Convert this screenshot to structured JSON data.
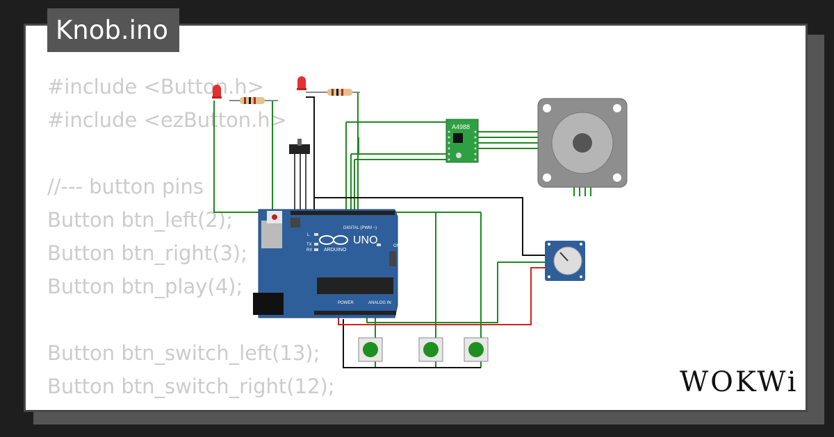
{
  "title": "Knob.ino",
  "code_lines": [
    "#include <Button.h>",
    "#include <ezButton.h>",
    "",
    "//--- button pins",
    "Button btn_left(2);",
    "Button btn_right(3);",
    "Button btn_play(4);",
    "",
    "Button btn_switch_left(13);",
    "Button btn_switch_right(12);"
  ],
  "brand": "WOKWi",
  "board": {
    "logo_text": "UNO",
    "maker_text": "ARDUINO",
    "digital_label": "DIGITAL (PWM ~)",
    "analog_label": "ANALOG IN",
    "power_label": "POWER",
    "on_label": "ON",
    "l_label": "L",
    "tx_label": "TX",
    "rx_label": "RX"
  },
  "driver_label": "A4988",
  "colors": {
    "wire_green": "#1a8a1a",
    "wire_black": "#111111",
    "wire_red": "#d42020",
    "board_blue": "#2f5f9a",
    "driver_green": "#2ea043",
    "button_green": "#1f8f1f",
    "motor_gray": "#8e8e8e"
  }
}
